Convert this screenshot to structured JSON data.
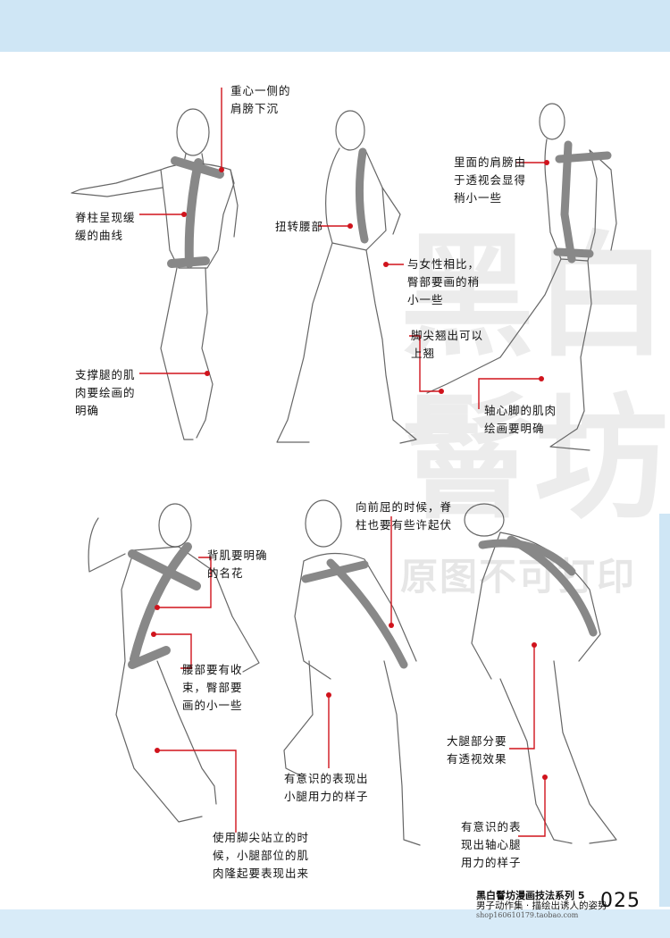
{
  "watermark": {
    "chars": [
      "黑",
      "白",
      "鬙",
      "坊"
    ],
    "line": "原图不可打印"
  },
  "notes": [
    "重心一侧的\n肩膀下沉",
    "脊柱呈现缓\n缓的曲线",
    "支撑腿的肌\n肉要绘画的\n明确",
    "扭转腰部",
    "与女性相比，\n臀部要画的稍\n小一些",
    "脚尖翘出可以\n上翘",
    "里面的肩膀由\n于透视会显得\n稍小一些",
    "轴心脚的肌肉\n绘画要明确",
    "背肌要明确\n的名花",
    "腰部要有收\n束，臀部要\n画的小一些",
    "使用脚尖站立的时\n候，小腿部位的肌\n肉隆起要表现出来",
    "向前屈的时候，脊\n柱也要有些许起伏",
    "有意识的表现出\n小腿用力的样子",
    "大腿部分要\n有透视效果",
    "有意识的表\n现出轴心腿\n用力的样子"
  ],
  "footer": {
    "series": "黑白鬙坊漫画技法系列 5",
    "subtitle": "男子动作集 · 描绘出诱人的姿势",
    "shop": "shop160610179.taobao.com",
    "page": "025"
  },
  "colors": {
    "accent": "#d0131c",
    "band": "#cfe6f5",
    "sketch": "#555555",
    "axis": "#777777"
  }
}
